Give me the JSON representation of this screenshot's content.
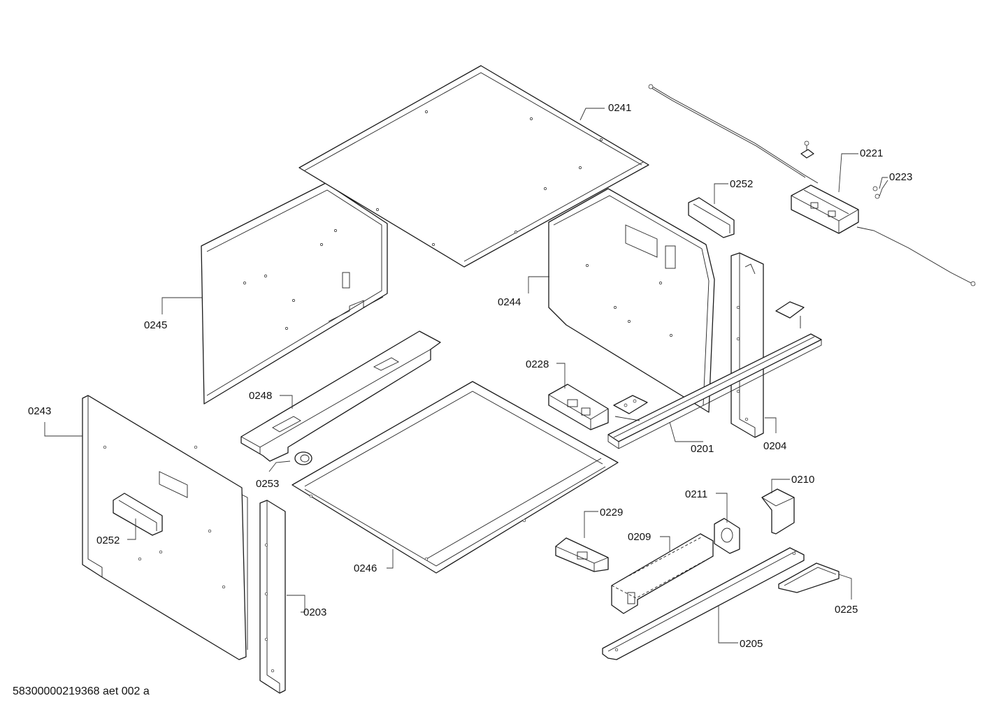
{
  "labels": {
    "p0241": "0241",
    "p0221": "0221",
    "p0223": "0223",
    "p0252_top": "0252",
    "p0244": "0244",
    "p0245": "0245",
    "p0228": "0228",
    "p0248": "0248",
    "p0243": "0243",
    "p0201": "0201",
    "p0204": "0204",
    "p0253": "0253",
    "p0210": "0210",
    "p0211": "0211",
    "p0229": "0229",
    "p0209": "0209",
    "p0252_left": "0252",
    "p0246": "0246",
    "p0203": "0203",
    "p0225": "0225",
    "p0205": "0205"
  },
  "footer": "58300000219368 aet 002 a"
}
